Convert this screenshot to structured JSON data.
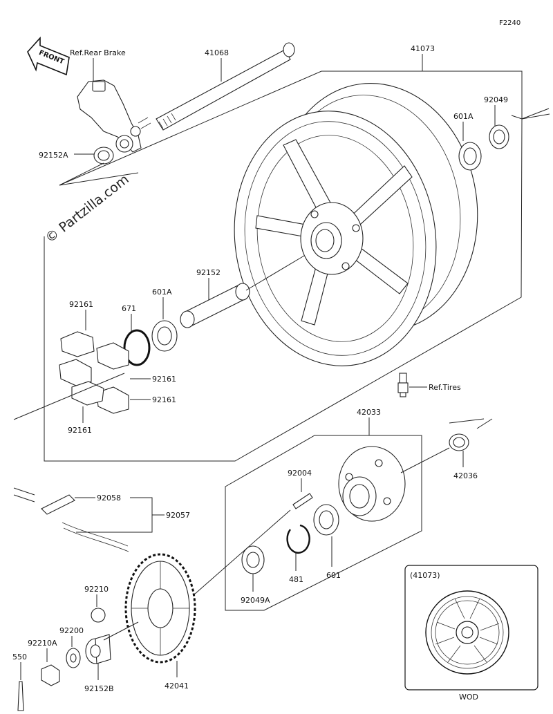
{
  "figure_code": "F2240",
  "front_marker": "FRONT",
  "watermark": "© Partzilla.com",
  "inset": {
    "title": "(41073)",
    "footer": "WOD"
  },
  "references": {
    "rear_brake": "Ref.Rear Brake",
    "tires": "Ref.Tires"
  },
  "parts": {
    "axle": "41068",
    "wheel": "41073",
    "bearing_right": "601A",
    "seal_right": "92049",
    "collar_left": "92152A",
    "collar_center": "92152",
    "bearing_left": "601A",
    "oring": "671",
    "damper_top": "92161",
    "damper_mid": "92161",
    "damper_low": "92161",
    "damper_left": "92161",
    "coupling": "42033",
    "coupling_collar": "42036",
    "stud": "92004",
    "chain_link": "92058",
    "chain": "92057",
    "circlip": "481",
    "coupling_bearing": "601",
    "seal_coupling": "92049A",
    "nut_small": "92210",
    "washer": "92200",
    "nut_large": "92210A",
    "cotter_pin": "550",
    "sprocket_collar": "92152B",
    "sprocket": "42041"
  }
}
